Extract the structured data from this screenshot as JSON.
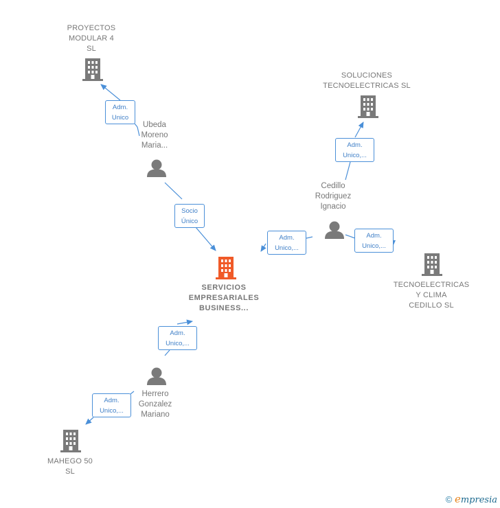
{
  "nodes": {
    "proyectos": "PROYECTOS\nMODULAR 4\nSL",
    "soluciones": "SOLUCIONES\nTECNOELECTRICAS SL",
    "tecnoelectricas": "TECNOELECTRICAS\nY CLIMA\nCEDILLO  SL",
    "servicios": "SERVICIOS\nEMPRESARIALES\nBUSINESS...",
    "mahego": "MAHEGO 50\nSL",
    "ubeda": "Ubeda\nMoreno\nMaria...",
    "cedillo": "Cedillo\nRodriguez\nIgnacio",
    "herrero": "Herrero\nGonzalez\nMariano"
  },
  "edges": {
    "ubeda_proyectos": "Adm.\nUnico",
    "ubeda_servicios": "Socio\nÚnico",
    "cedillo_soluciones": "Adm.\nUnico,...",
    "cedillo_servicios": "Adm.\nUnico,...",
    "cedillo_tecno": "Adm.\nUnico,...",
    "herrero_servicios": "Adm.\nUnico,...",
    "herrero_mahego": "Adm.\nUnico,..."
  },
  "footer": {
    "copyright": "©",
    "brand_e": "e",
    "brand_rest": "mpresia"
  },
  "colors": {
    "company_gray": "#7a7a7a",
    "main_company": "#f05a28",
    "person": "#7a7a7a",
    "edge": "#4a8fd8"
  }
}
